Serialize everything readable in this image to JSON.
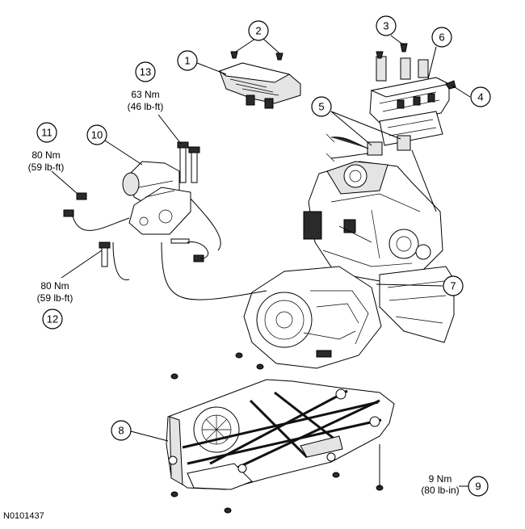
{
  "figure_id": "N0101437",
  "callouts": [
    {
      "id": "1",
      "label": "1"
    },
    {
      "id": "2",
      "label": "2"
    },
    {
      "id": "3",
      "label": "3"
    },
    {
      "id": "4",
      "label": "4"
    },
    {
      "id": "5",
      "label": "5"
    },
    {
      "id": "6",
      "label": "6"
    },
    {
      "id": "7",
      "label": "7"
    },
    {
      "id": "8",
      "label": "8"
    },
    {
      "id": "9",
      "label": "9"
    },
    {
      "id": "10",
      "label": "10"
    },
    {
      "id": "11",
      "label": "11"
    },
    {
      "id": "12",
      "label": "12"
    },
    {
      "id": "13",
      "label": "13"
    }
  ],
  "torque_specs": {
    "callout_13": {
      "metric": "63 Nm",
      "imperial": "(46 lb-ft)"
    },
    "callout_11": {
      "metric": "80 Nm",
      "imperial": "(59 lb-ft)"
    },
    "callout_12": {
      "metric": "80 Nm",
      "imperial": "(59 lb-ft)"
    },
    "callout_9": {
      "metric": "9 Nm",
      "imperial": "(80 lb-in)"
    }
  }
}
